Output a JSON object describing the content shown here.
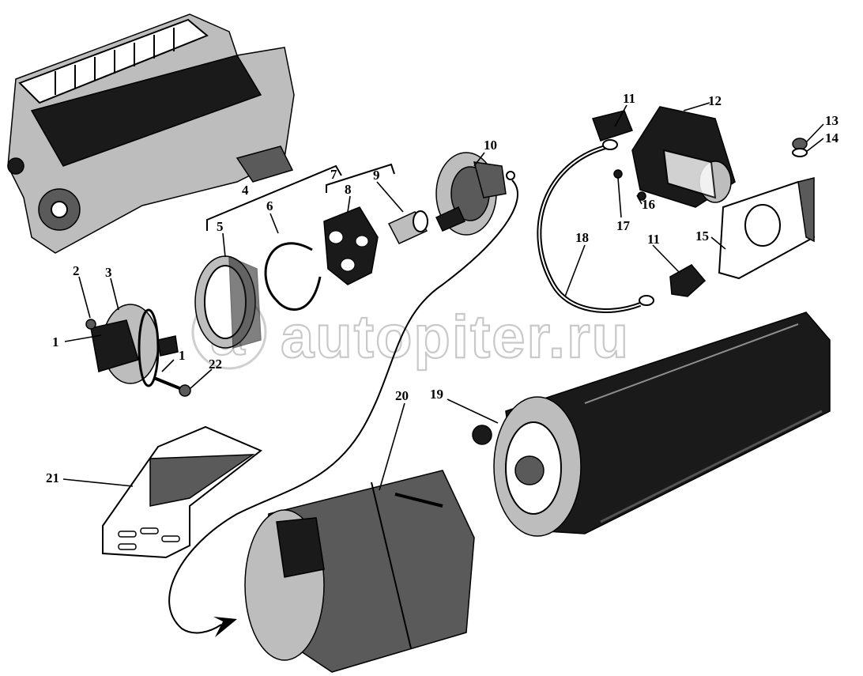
{
  "watermark": "autopiter.ru",
  "callouts": [
    "1",
    "2",
    "3",
    "4",
    "5",
    "6",
    "7",
    "8",
    "9",
    "10",
    "11",
    "12",
    "13",
    "14",
    "15",
    "16",
    "17",
    "18",
    "19",
    "20",
    "21",
    "22"
  ],
  "labels": {
    "n1a": "1",
    "n1b": "1",
    "n2": "2",
    "n3": "3",
    "n4": "4",
    "n5": "5",
    "n6": "6",
    "n7": "7",
    "n8": "8",
    "n9": "9",
    "n10": "10",
    "n11a": "11",
    "n11b": "11",
    "n12": "12",
    "n13": "13",
    "n14": "14",
    "n15": "15",
    "n16": "16",
    "n17": "17",
    "n18": "18",
    "n19": "19",
    "n20": "20",
    "n21": "21",
    "n22": "22"
  }
}
